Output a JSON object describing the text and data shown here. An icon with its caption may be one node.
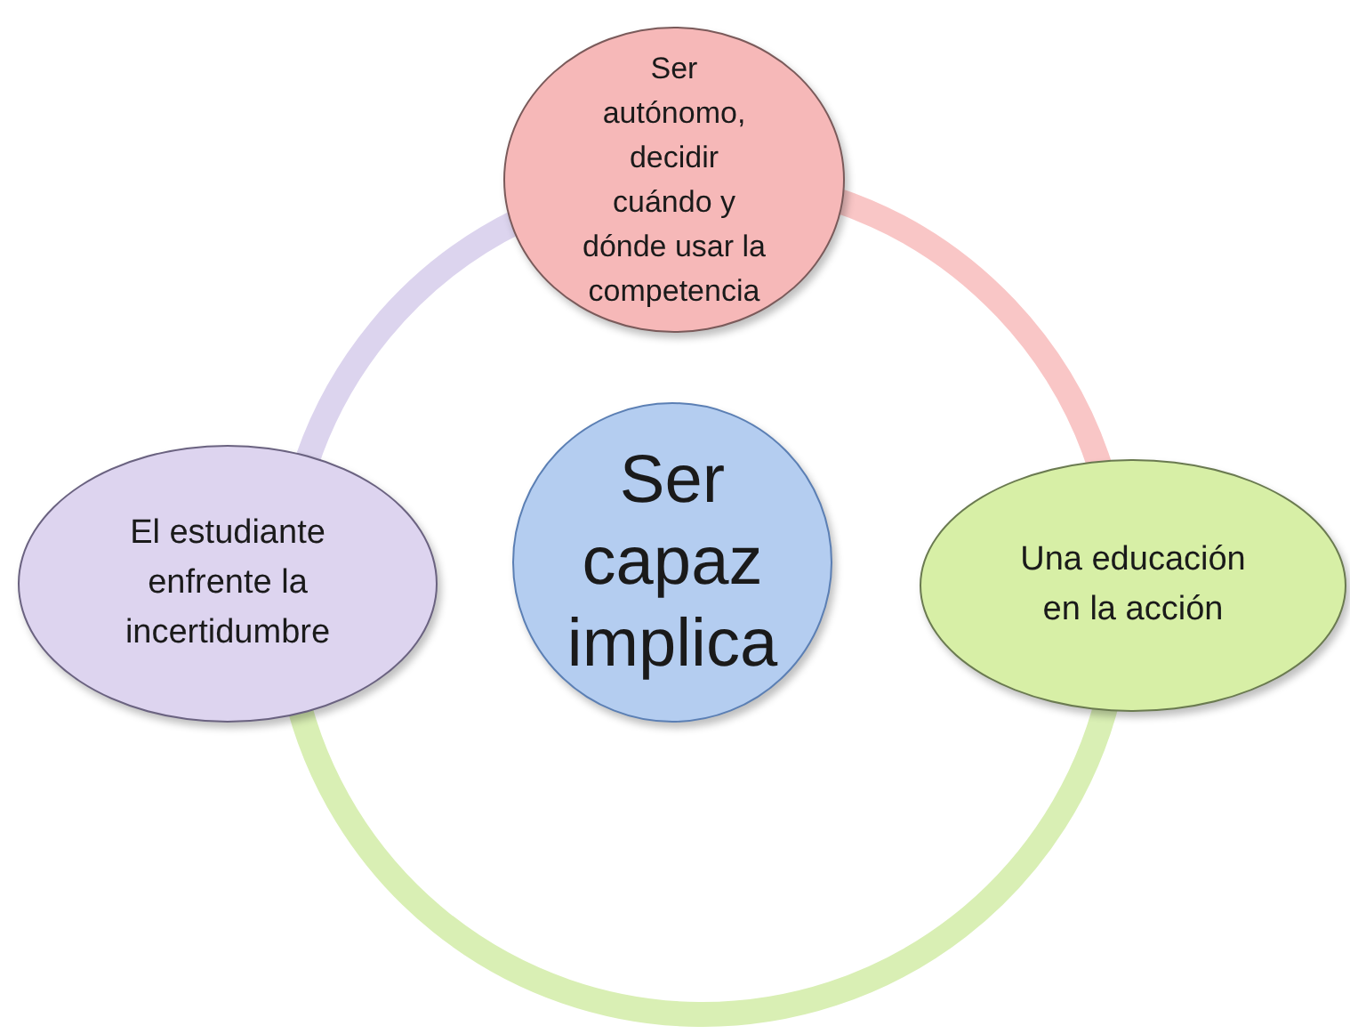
{
  "diagram": {
    "nodes": [
      {
        "text": [
          "Ser capaz implica"
        ]
      },
      {
        "text": [
          "Ser autónomo, decidir cuándo y dónde usar la competencia"
        ]
      },
      {
        "text": [
          "Una educación en la acción"
        ]
      },
      {
        "text": [
          "El estudiante enfrente la incertidumbre"
        ]
      }
    ],
    "edges": [
      {
        "from": 1,
        "to": 2,
        "arrow": "none",
        "color": "#f9c6c6"
      },
      {
        "from": 2,
        "to": 3,
        "arrow": "none",
        "color": "#d9efb4"
      },
      {
        "from": 3,
        "to": 1,
        "arrow": "none",
        "color": "#dcd4ee"
      }
    ]
  }
}
